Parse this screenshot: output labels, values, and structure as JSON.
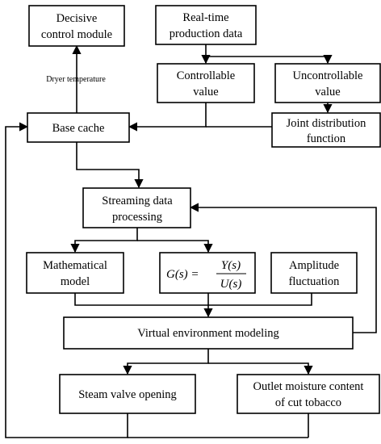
{
  "boxes": {
    "decisive_control": [
      "Decisive",
      "control module"
    ],
    "realtime_data": [
      "Real-time",
      "production data"
    ],
    "controllable": [
      "Controllable",
      "value"
    ],
    "uncontrollable": [
      "Uncontrollable",
      "value"
    ],
    "base_cache": "Base cache",
    "joint_distribution": [
      "Joint distribution",
      "function"
    ],
    "streaming": [
      "Streaming data",
      "processing"
    ],
    "mathematical": [
      "Mathematical",
      "model"
    ],
    "transfer_function": {
      "lhs": "G(s) =",
      "numerator": "Y(s)",
      "denominator": "U(s)"
    },
    "amplitude": [
      "Amplitude",
      "fluctuation"
    ],
    "virtual_env": "Virtual environment modeling",
    "steam_valve": "Steam valve opening",
    "outlet_moisture": [
      "Outlet moisture content",
      "of  cut tobacco"
    ]
  },
  "edge_labels": {
    "dryer_temperature": "Dryer temperature"
  },
  "colors": {
    "stroke": "#000000",
    "background": "#ffffff"
  }
}
